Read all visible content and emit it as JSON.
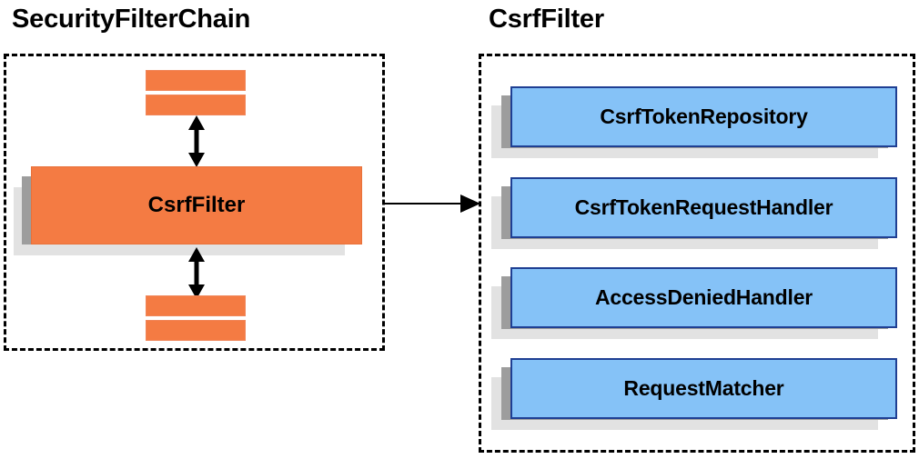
{
  "diagram": {
    "title_left": "SecurityFilterChain",
    "title_right": "CsrfFilter",
    "left_panel": {
      "main_node": "CsrfFilter",
      "filters_above_count": 2,
      "filters_below_count": 2,
      "bidirectional_arrow_above": "double-headed-vertical-arrow",
      "bidirectional_arrow_below": "double-headed-vertical-arrow"
    },
    "right_panel": {
      "collaborators": [
        {
          "label": "CsrfTokenRepository"
        },
        {
          "label": "CsrfTokenRequestHandler"
        },
        {
          "label": "AccessDeniedHandler"
        },
        {
          "label": "RequestMatcher"
        }
      ]
    },
    "connector": {
      "name": "left-to-right-arrow",
      "direction": "right"
    },
    "colors": {
      "orange_fill": "#f47b43",
      "orange_border": "#e8713a",
      "blue_fill": "#85c2f7",
      "blue_border": "#1f3f93",
      "shadow_dark": "#9d9d9d",
      "shadow_light": "#e2e2e2",
      "outline": "#000000",
      "background": "#ffffff"
    }
  }
}
